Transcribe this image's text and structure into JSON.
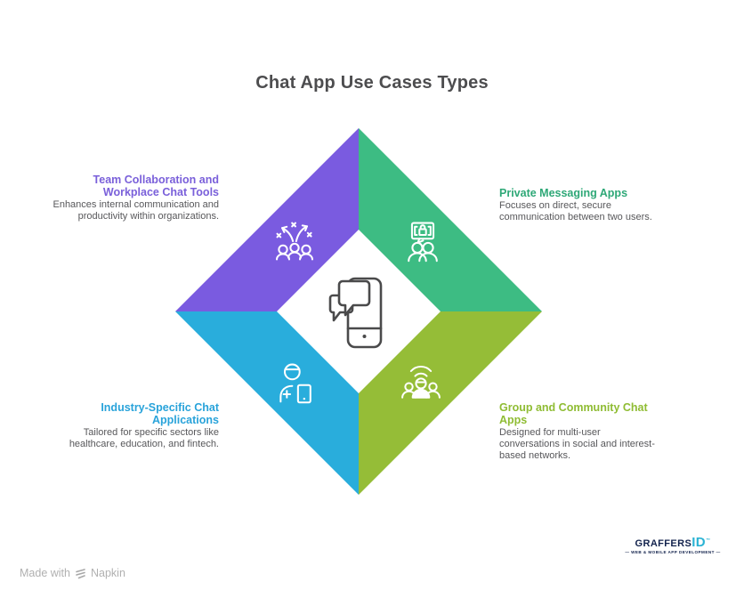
{
  "title": "Chat App Use Cases Types",
  "quadrants": [
    {
      "id": "team-collaboration",
      "heading": "Team Collaboration and Workplace Chat Tools",
      "body": "Enhances internal communication and productivity within organizations.",
      "fill": "#7A5BE0",
      "heading_color": "#7A60DA",
      "icon": "team-growth-icon"
    },
    {
      "id": "private-messaging",
      "heading": "Private Messaging Apps",
      "body": "Focuses on direct, secure communication between two users.",
      "fill": "#3DBC83",
      "heading_color": "#2EA877",
      "icon": "secure-chat-icon"
    },
    {
      "id": "industry-specific",
      "heading": "Industry-Specific Chat Applications",
      "body": "Tailored for specific sectors like healthcare, education, and fintech.",
      "fill": "#29ADDC",
      "heading_color": "#29A3DA",
      "icon": "healthcare-professional-icon"
    },
    {
      "id": "group-community",
      "heading": "Group and Community Chat Apps",
      "body": "Designed for multi-user conversations in social and interest-based networks.",
      "fill": "#95BD37",
      "heading_color": "#8FBC33",
      "icon": "community-broadcast-icon"
    }
  ],
  "center_icon": "phone-chat-icon",
  "footer": {
    "made_with": "Made with",
    "brand": "Napkin"
  },
  "vendor": {
    "name": "Graffers",
    "suffix": "ID",
    "trademark": "™",
    "tagline": "— WEB & MOBILE APP DEVELOPMENT —"
  },
  "colors": {
    "background": "#FFFFFF",
    "title_text": "#4D4D4F",
    "body_text": "#57575A",
    "footer_text": "#B0B0B0",
    "center_icon_stroke": "#4A4A4B",
    "vendor_navy": "#13234D",
    "vendor_cyan": "#2BB3D4"
  }
}
